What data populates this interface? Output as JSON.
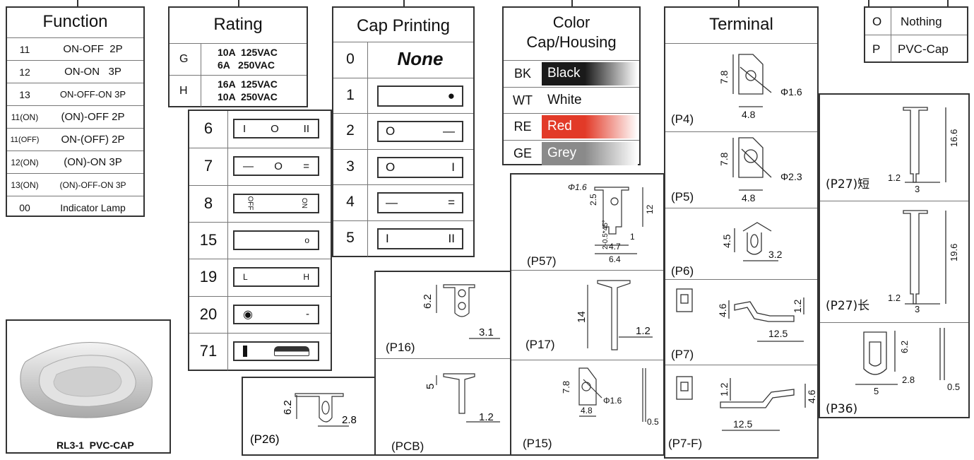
{
  "function": {
    "title": "Function",
    "rows": [
      {
        "code": "11",
        "desc": "ON-OFF  2P"
      },
      {
        "code": "12",
        "desc": "ON-ON   3P"
      },
      {
        "code": "13",
        "desc": "ON-OFF-ON 3P"
      },
      {
        "code": "11(ON)",
        "desc": "(ON)-OFF 2P"
      },
      {
        "code": "11(OFF)",
        "desc": "ON-(OFF) 2P"
      },
      {
        "code": "12(ON)",
        "desc": "(ON)-ON 3P"
      },
      {
        "code": "13(ON)",
        "desc": "(ON)-OFF-ON 3P"
      },
      {
        "code": "00",
        "desc": "Indicator Lamp"
      }
    ]
  },
  "rating": {
    "title": "Rating",
    "rows": [
      {
        "code": "G",
        "line1": "10A  125VAC",
        "line2": "6A   250VAC"
      },
      {
        "code": "H",
        "line1": "16A  125VAC",
        "line2": "10A  250VAC"
      }
    ]
  },
  "marks": {
    "rows": [
      {
        "code": "6",
        "symbols": [
          "I",
          "O",
          "II"
        ]
      },
      {
        "code": "7",
        "symbols": [
          "—",
          "O",
          "="
        ]
      },
      {
        "code": "8",
        "symbols": [
          "OFF",
          "ON"
        ]
      },
      {
        "code": "15",
        "symbols": [
          "o"
        ]
      },
      {
        "code": "19",
        "symbols": [
          "L",
          "H"
        ]
      },
      {
        "code": "20",
        "symbols": [
          "dot",
          "-"
        ]
      },
      {
        "code": "71",
        "symbols": [
          "bar",
          "lamp"
        ]
      }
    ]
  },
  "cap_printing": {
    "title": "Cap Printing",
    "rows": [
      {
        "code": "0",
        "text": "None"
      },
      {
        "code": "1",
        "symbols": [
          "●"
        ]
      },
      {
        "code": "2",
        "symbols": [
          "O",
          "—"
        ]
      },
      {
        "code": "3",
        "symbols": [
          "O",
          "I"
        ]
      },
      {
        "code": "4",
        "symbols": [
          "—",
          "="
        ]
      },
      {
        "code": "5",
        "symbols": [
          "I",
          "II"
        ]
      }
    ]
  },
  "color": {
    "title_line1": "Color",
    "title_line2": "Cap/Housing",
    "rows": [
      {
        "code": "BK",
        "name": "Black",
        "color": "#1a1a1a"
      },
      {
        "code": "WT",
        "name": "White",
        "color": "#ffffff"
      },
      {
        "code": "RE",
        "name": "Red",
        "color": "#e23a28"
      },
      {
        "code": "GE",
        "name": "Grey",
        "color": "#8a8a8a"
      }
    ]
  },
  "terminal": {
    "title": "Terminal",
    "items": [
      {
        "label": "(P4)",
        "dims": [
          "7.8",
          "Φ1.6",
          "4.8"
        ]
      },
      {
        "label": "(P5)",
        "dims": [
          "7.8",
          "Φ2.3",
          "4.8"
        ]
      },
      {
        "label": "(P6)",
        "dims": [
          "4.5",
          "3.2"
        ]
      },
      {
        "label": "(P7)",
        "dims": [
          "4.6",
          "1.2",
          "12.5"
        ]
      },
      {
        "label": "(P7-F)",
        "dims": [
          "1.2",
          "4.6",
          "12.5"
        ]
      }
    ]
  },
  "cap_option": {
    "rows": [
      {
        "code": "O",
        "text": "Nothing"
      },
      {
        "code": "P",
        "text": "PVC-Cap"
      }
    ]
  },
  "right_terminals": [
    {
      "label": "(P27)短",
      "dims": [
        "16.6",
        "1.2",
        "3"
      ]
    },
    {
      "label": "(P27)长",
      "dims": [
        "19.6",
        "1.2",
        "3"
      ]
    },
    {
      "label": "(P36)",
      "dims": [
        "6.2",
        "2.8",
        "5",
        "0.5"
      ]
    }
  ],
  "mid_terminals": [
    {
      "label": "(P57)",
      "dims": [
        "Φ1.6",
        "2.5",
        "12",
        "2-0.5*45°",
        "1",
        "4.7",
        "6.4"
      ]
    },
    {
      "label": "(P17)",
      "dims": [
        "14",
        "1.2"
      ]
    },
    {
      "label": "(P15)",
      "dims": [
        "7.8",
        "Φ1.6",
        "4.8",
        "0.5"
      ]
    },
    {
      "label": "(P16)",
      "dims": [
        "6.2",
        "3.1"
      ]
    },
    {
      "label": "(PCB)",
      "dims": [
        "5",
        "1.2"
      ]
    },
    {
      "label": "(P26)",
      "dims": [
        "6.2",
        "2.8"
      ]
    }
  ],
  "product": {
    "caption": "RL3-1  PVC-CAP"
  }
}
